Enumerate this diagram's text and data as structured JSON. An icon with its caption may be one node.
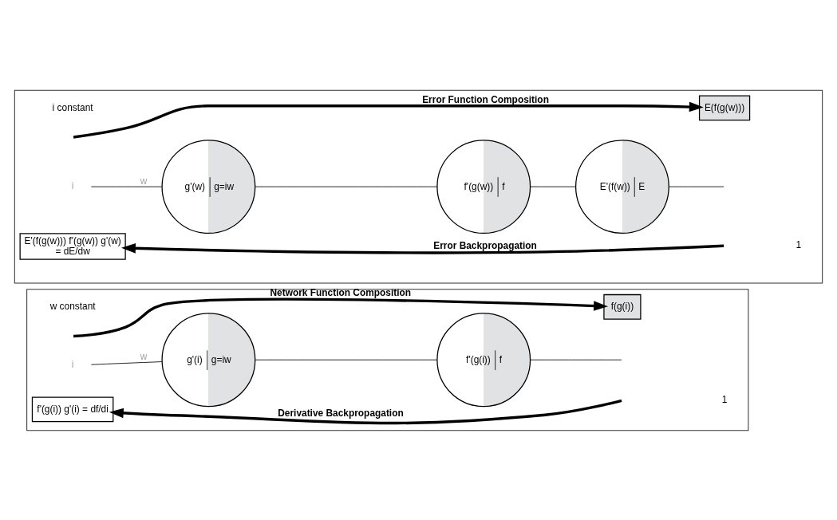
{
  "diagram": {
    "nodes": [
      {
        "text": [],
        "shape": "box"
      },
      {
        "text": [
          "i"
        ],
        "in": 0
      },
      {
        "text": [
          "g'(w)",
          "g=iw"
        ],
        "in": 0
      },
      {
        "text": [
          "f'(g(w))",
          "f"
        ],
        "in": 0
      },
      {
        "text": [
          "E'(f(w))",
          "E"
        ],
        "in": 0
      },
      {
        "text": [
          "E(f(g(w)))"
        ],
        "in": 0
      },
      {
        "text": [
          "E'(f(g(w))) f'(g(w)) g'(w) = dE/dw"
        ],
        "in": 0
      },
      {
        "text": [],
        "shape": "box"
      },
      {
        "text": [
          "i"
        ],
        "in": 7
      },
      {
        "text": [
          "g'(i)",
          "g=iw"
        ],
        "in": 7
      },
      {
        "text": [
          "f'(g(i))",
          "f"
        ],
        "in": 7
      },
      {
        "text": [
          "f(g(i))"
        ],
        "in": 7
      },
      {
        "text": [
          "f'(g(i)) g'(i) = df/di"
        ],
        "in": 7
      }
    ],
    "edges": [
      {
        "from": 1,
        "to": 2,
        "arrow": "none",
        "label": "w"
      },
      {
        "from": 2,
        "to": 3,
        "arrow": "none"
      },
      {
        "from": 3,
        "to": 4,
        "arrow": "none"
      },
      {
        "from": 4,
        "to": null,
        "arrow": "none"
      },
      {
        "from": null,
        "to": 5,
        "arrow": "to",
        "label": "Error Function Composition",
        "style": "thick"
      },
      {
        "from": null,
        "to": 6,
        "arrow": "to",
        "label": "Error Backpropagation",
        "style": "thick"
      },
      {
        "from": 8,
        "to": 9,
        "arrow": "none",
        "label": "w"
      },
      {
        "from": 9,
        "to": 10,
        "arrow": "none"
      },
      {
        "from": 10,
        "to": null,
        "arrow": "none"
      },
      {
        "from": null,
        "to": 11,
        "arrow": "to",
        "label": "Network Function Composition",
        "style": "thick"
      },
      {
        "from": null,
        "to": 12,
        "arrow": "to",
        "label": "Derivative Backpropagation",
        "style": "thick"
      }
    ],
    "labels": [
      "i constant",
      "1",
      "w constant",
      "1"
    ]
  }
}
